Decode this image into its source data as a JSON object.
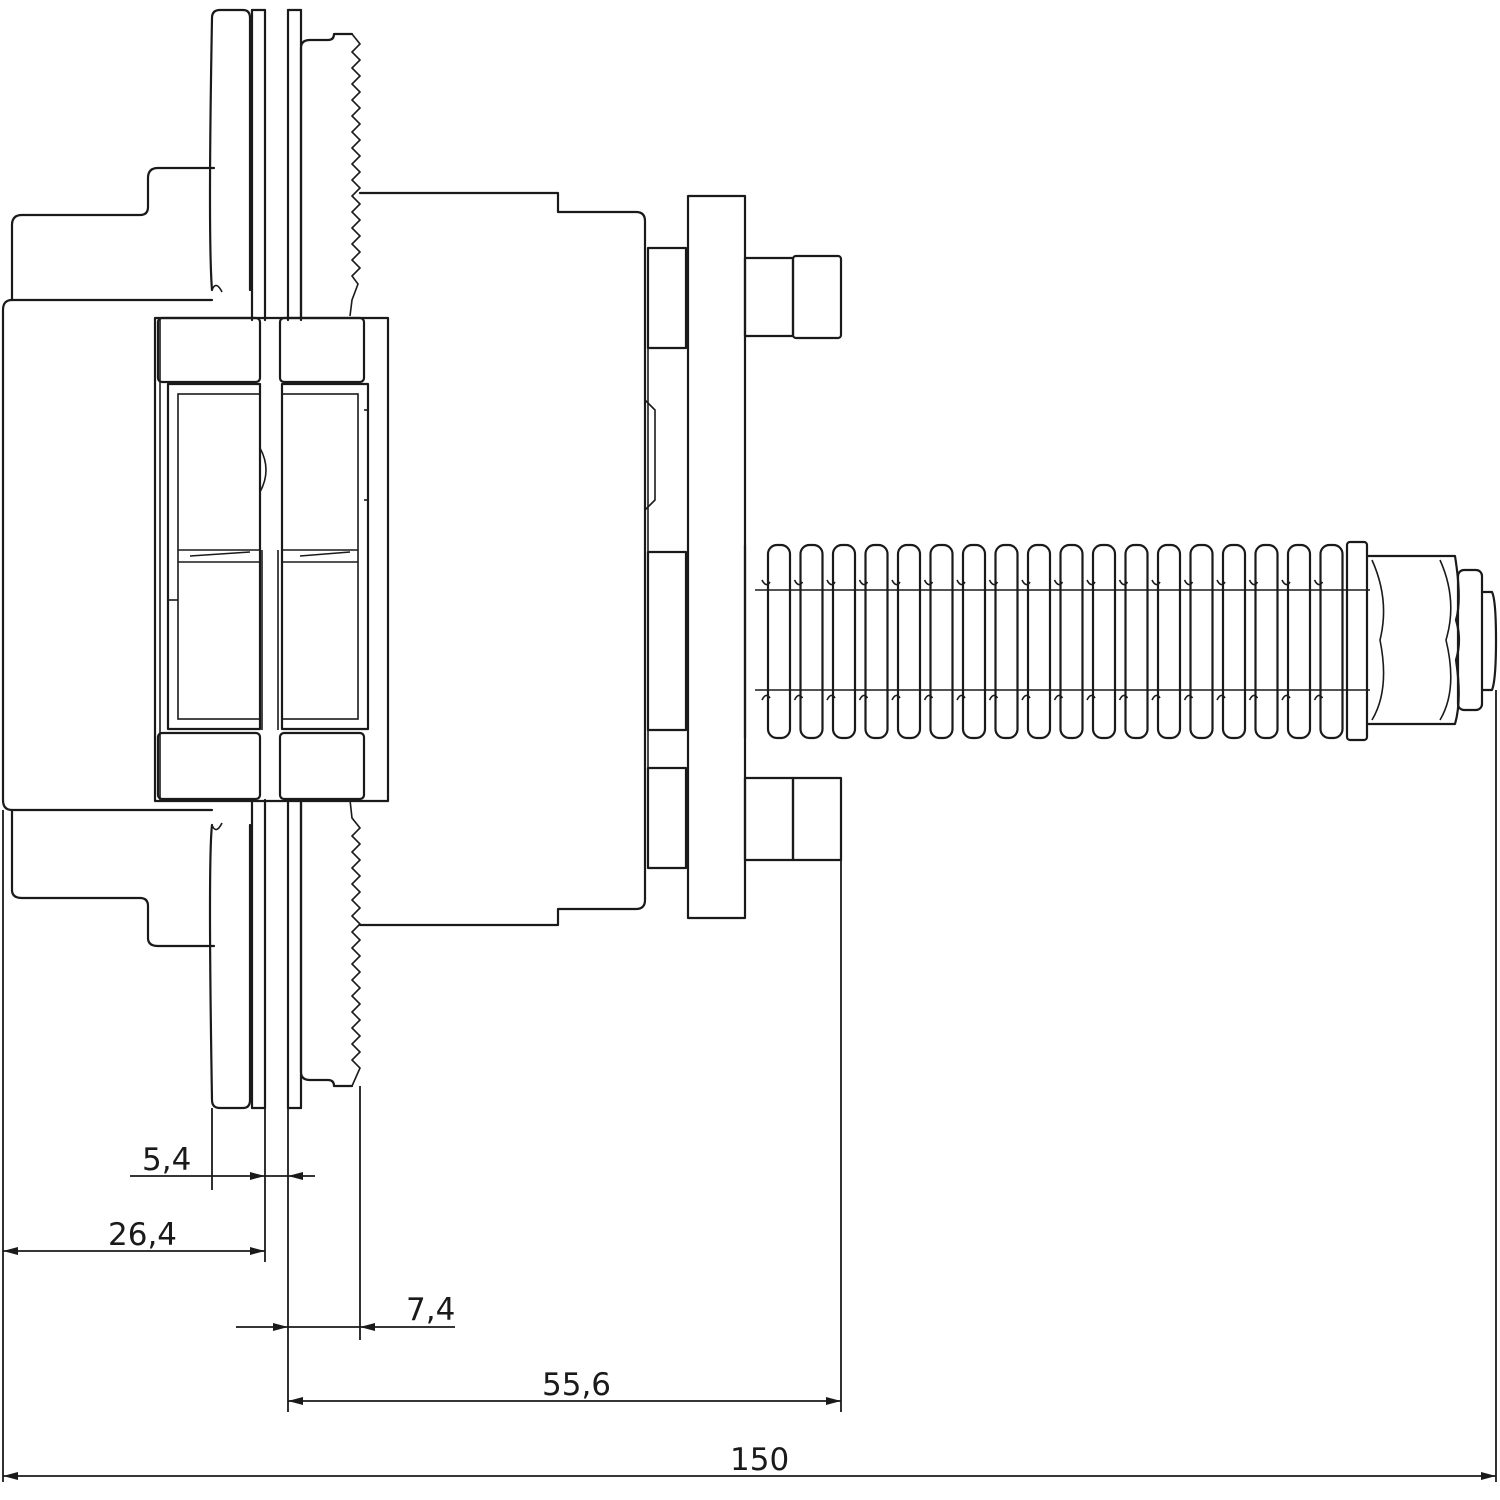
{
  "drawing": {
    "dimensions": [
      {
        "id": "dim-5-4",
        "label": "5,4"
      },
      {
        "id": "dim-26-4",
        "label": "26,4"
      },
      {
        "id": "dim-7-4",
        "label": "7,4"
      },
      {
        "id": "dim-55-6",
        "label": "55,6"
      },
      {
        "id": "dim-150",
        "label": "150"
      }
    ],
    "stroke_color": "#1a1a1a",
    "background": "#ffffff"
  }
}
